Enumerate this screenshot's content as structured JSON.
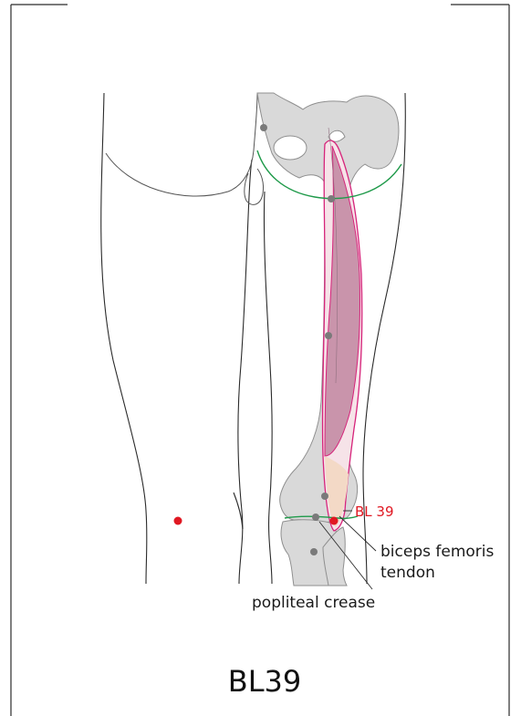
{
  "figure": {
    "title": "BL39",
    "labels": {
      "point_label": "BL 39",
      "tendon_line1": "biceps femoris",
      "tendon_line2": "tendon",
      "crease": "popliteal crease"
    }
  },
  "colors": {
    "outline": "#2b2b2b",
    "bone_fill": "#d9d9d9",
    "bone_stroke": "#8f8f8f",
    "landmark_dot": "#7a7a7a",
    "acupoint": "#e01822",
    "muscle_stroke": "#d6247b",
    "muscle_fill": "#c994ab",
    "tendon_fill": "#f3d9c6",
    "gluteal_line": "#1f9a4a",
    "crease_line": "#1f9a4a"
  }
}
